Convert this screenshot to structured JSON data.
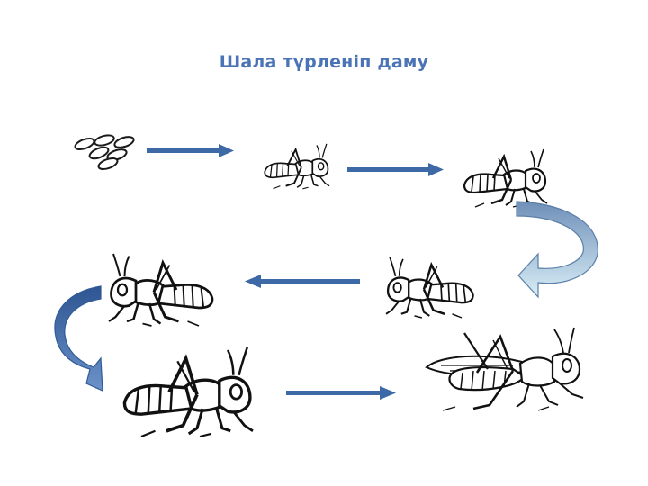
{
  "slide": {
    "title": "Шала түрленіп даму"
  },
  "colors": {
    "title": "#4a74b5",
    "arrow": "#3d6aa6",
    "arrow_dark": "#2f5b98",
    "curve_light_from": "#6f8fb8",
    "curve_light_to": "#d8eef6",
    "curve_dark_from": "#2d5591",
    "curve_dark_to": "#6d92c9",
    "ink": "#111111"
  },
  "stages": [
    {
      "id": "eggs",
      "icon": "egg-cluster-icon"
    },
    {
      "id": "nymph-1",
      "icon": "grasshopper-nymph-icon"
    },
    {
      "id": "nymph-2",
      "icon": "grasshopper-nymph-icon"
    },
    {
      "id": "nymph-3",
      "icon": "grasshopper-nymph-icon"
    },
    {
      "id": "nymph-4",
      "icon": "grasshopper-nymph-icon"
    },
    {
      "id": "nymph-5",
      "icon": "grasshopper-nymph-icon"
    },
    {
      "id": "adult",
      "icon": "grasshopper-adult-icon"
    }
  ]
}
